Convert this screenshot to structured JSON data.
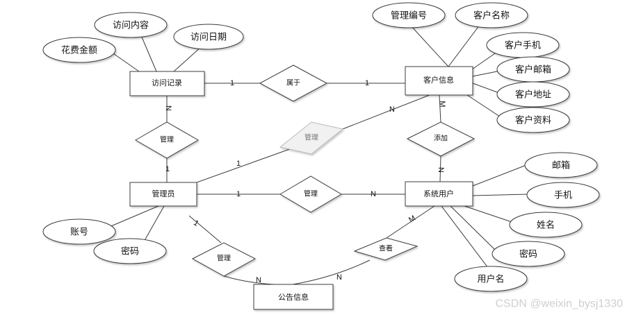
{
  "entities": {
    "visit_record": "访问记录",
    "customer_info": "客户信息",
    "admin": "管理员",
    "system_user": "系统用户",
    "notice_info": "公告信息"
  },
  "relationships": {
    "belongs": "属于",
    "manage_visit": "管理",
    "manage_customer": "管理",
    "manage_user": "管理",
    "manage_notice": "管理",
    "add": "添加",
    "view": "查看"
  },
  "attributes": {
    "visit_content": "访问内容",
    "visit_date": "访问日期",
    "cost_amount": "花费金额",
    "manage_no": "管理编号",
    "customer_name": "客户名称",
    "customer_phone": "客户手机",
    "customer_email": "客户邮箱",
    "customer_address": "客户地址",
    "customer_profile": "客户资料",
    "admin_account": "账号",
    "admin_password": "密码",
    "user_email": "邮箱",
    "user_phone": "手机",
    "user_realname": "姓名",
    "user_password": "密码",
    "user_username": "用户名"
  },
  "cardinalities": {
    "visit_belongs": "1",
    "belongs_customer": "1",
    "visit_manage": "N",
    "manage_admin": "1",
    "admin_customer_manage": "1",
    "customer_manage": "N",
    "customer_add": "M",
    "add_user": "N",
    "admin_user_manage": "1",
    "user_manage": "N",
    "admin_notice_manage": "1",
    "notice_manage": "N",
    "notice_view": "N",
    "user_view": "M"
  },
  "watermark": "CSDN @weixin_bysj1330"
}
